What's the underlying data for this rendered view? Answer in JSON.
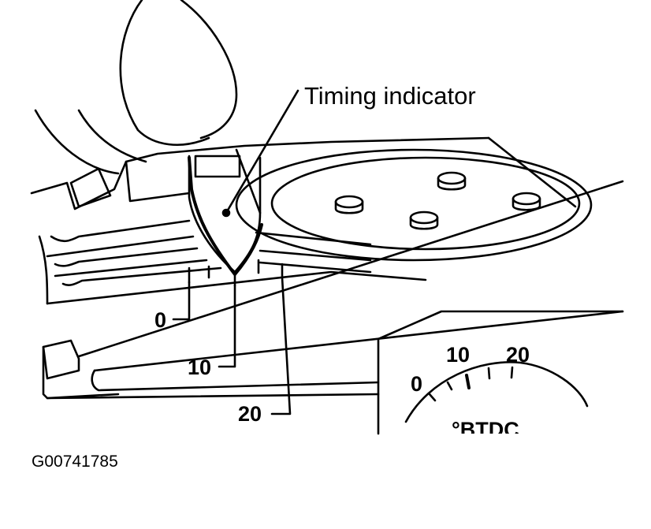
{
  "labels": {
    "timing_indicator": "Timing indicator",
    "mark_0": "0",
    "mark_10": "10",
    "mark_20": "20"
  },
  "scale_inset": {
    "tick_0": "0",
    "tick_10": "10",
    "tick_20": "20",
    "unit": "°BTDC"
  },
  "figure_id": "G00741785"
}
